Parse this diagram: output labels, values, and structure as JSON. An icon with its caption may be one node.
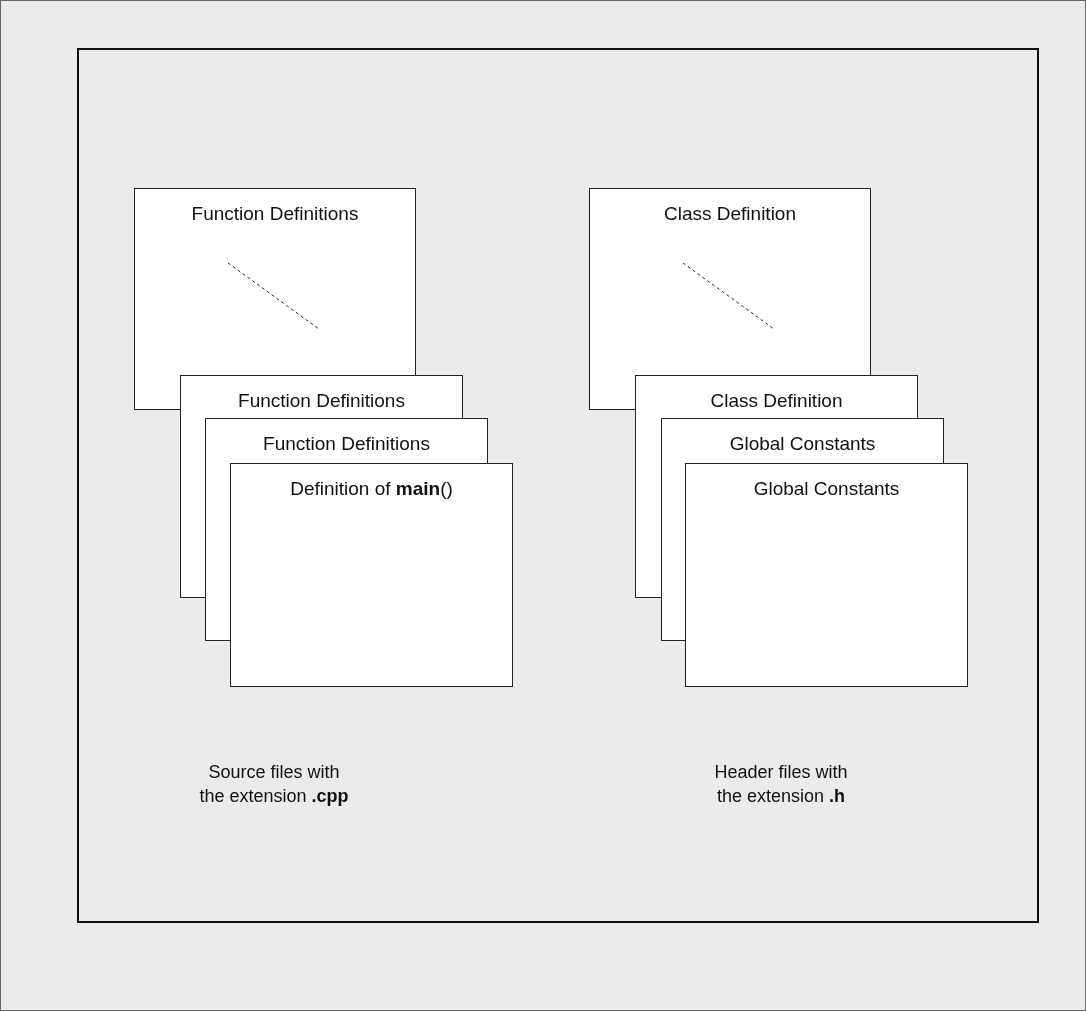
{
  "diagram": {
    "nodes": [
      {
        "text": [],
        "shape": "box"
      },
      {
        "text": [
          "Function Definitions"
        ],
        "in": 0
      },
      {
        "text": [
          "Function Definitions"
        ],
        "in": 0
      },
      {
        "text": [
          "Function Definitions"
        ],
        "in": 0
      },
      {
        "text": [
          "Definition of **main**()"
        ],
        "in": 0
      },
      {
        "text": [
          "Class Definition"
        ],
        "in": 0
      },
      {
        "text": [
          "Class Definition"
        ],
        "in": 0
      },
      {
        "text": [
          "Global Constants"
        ],
        "in": 0
      },
      {
        "text": [
          "Global Constants"
        ],
        "in": 0
      }
    ],
    "labels": [
      "Source files with the extension **.cpp**",
      "Header files with the extension **.h**"
    ]
  }
}
